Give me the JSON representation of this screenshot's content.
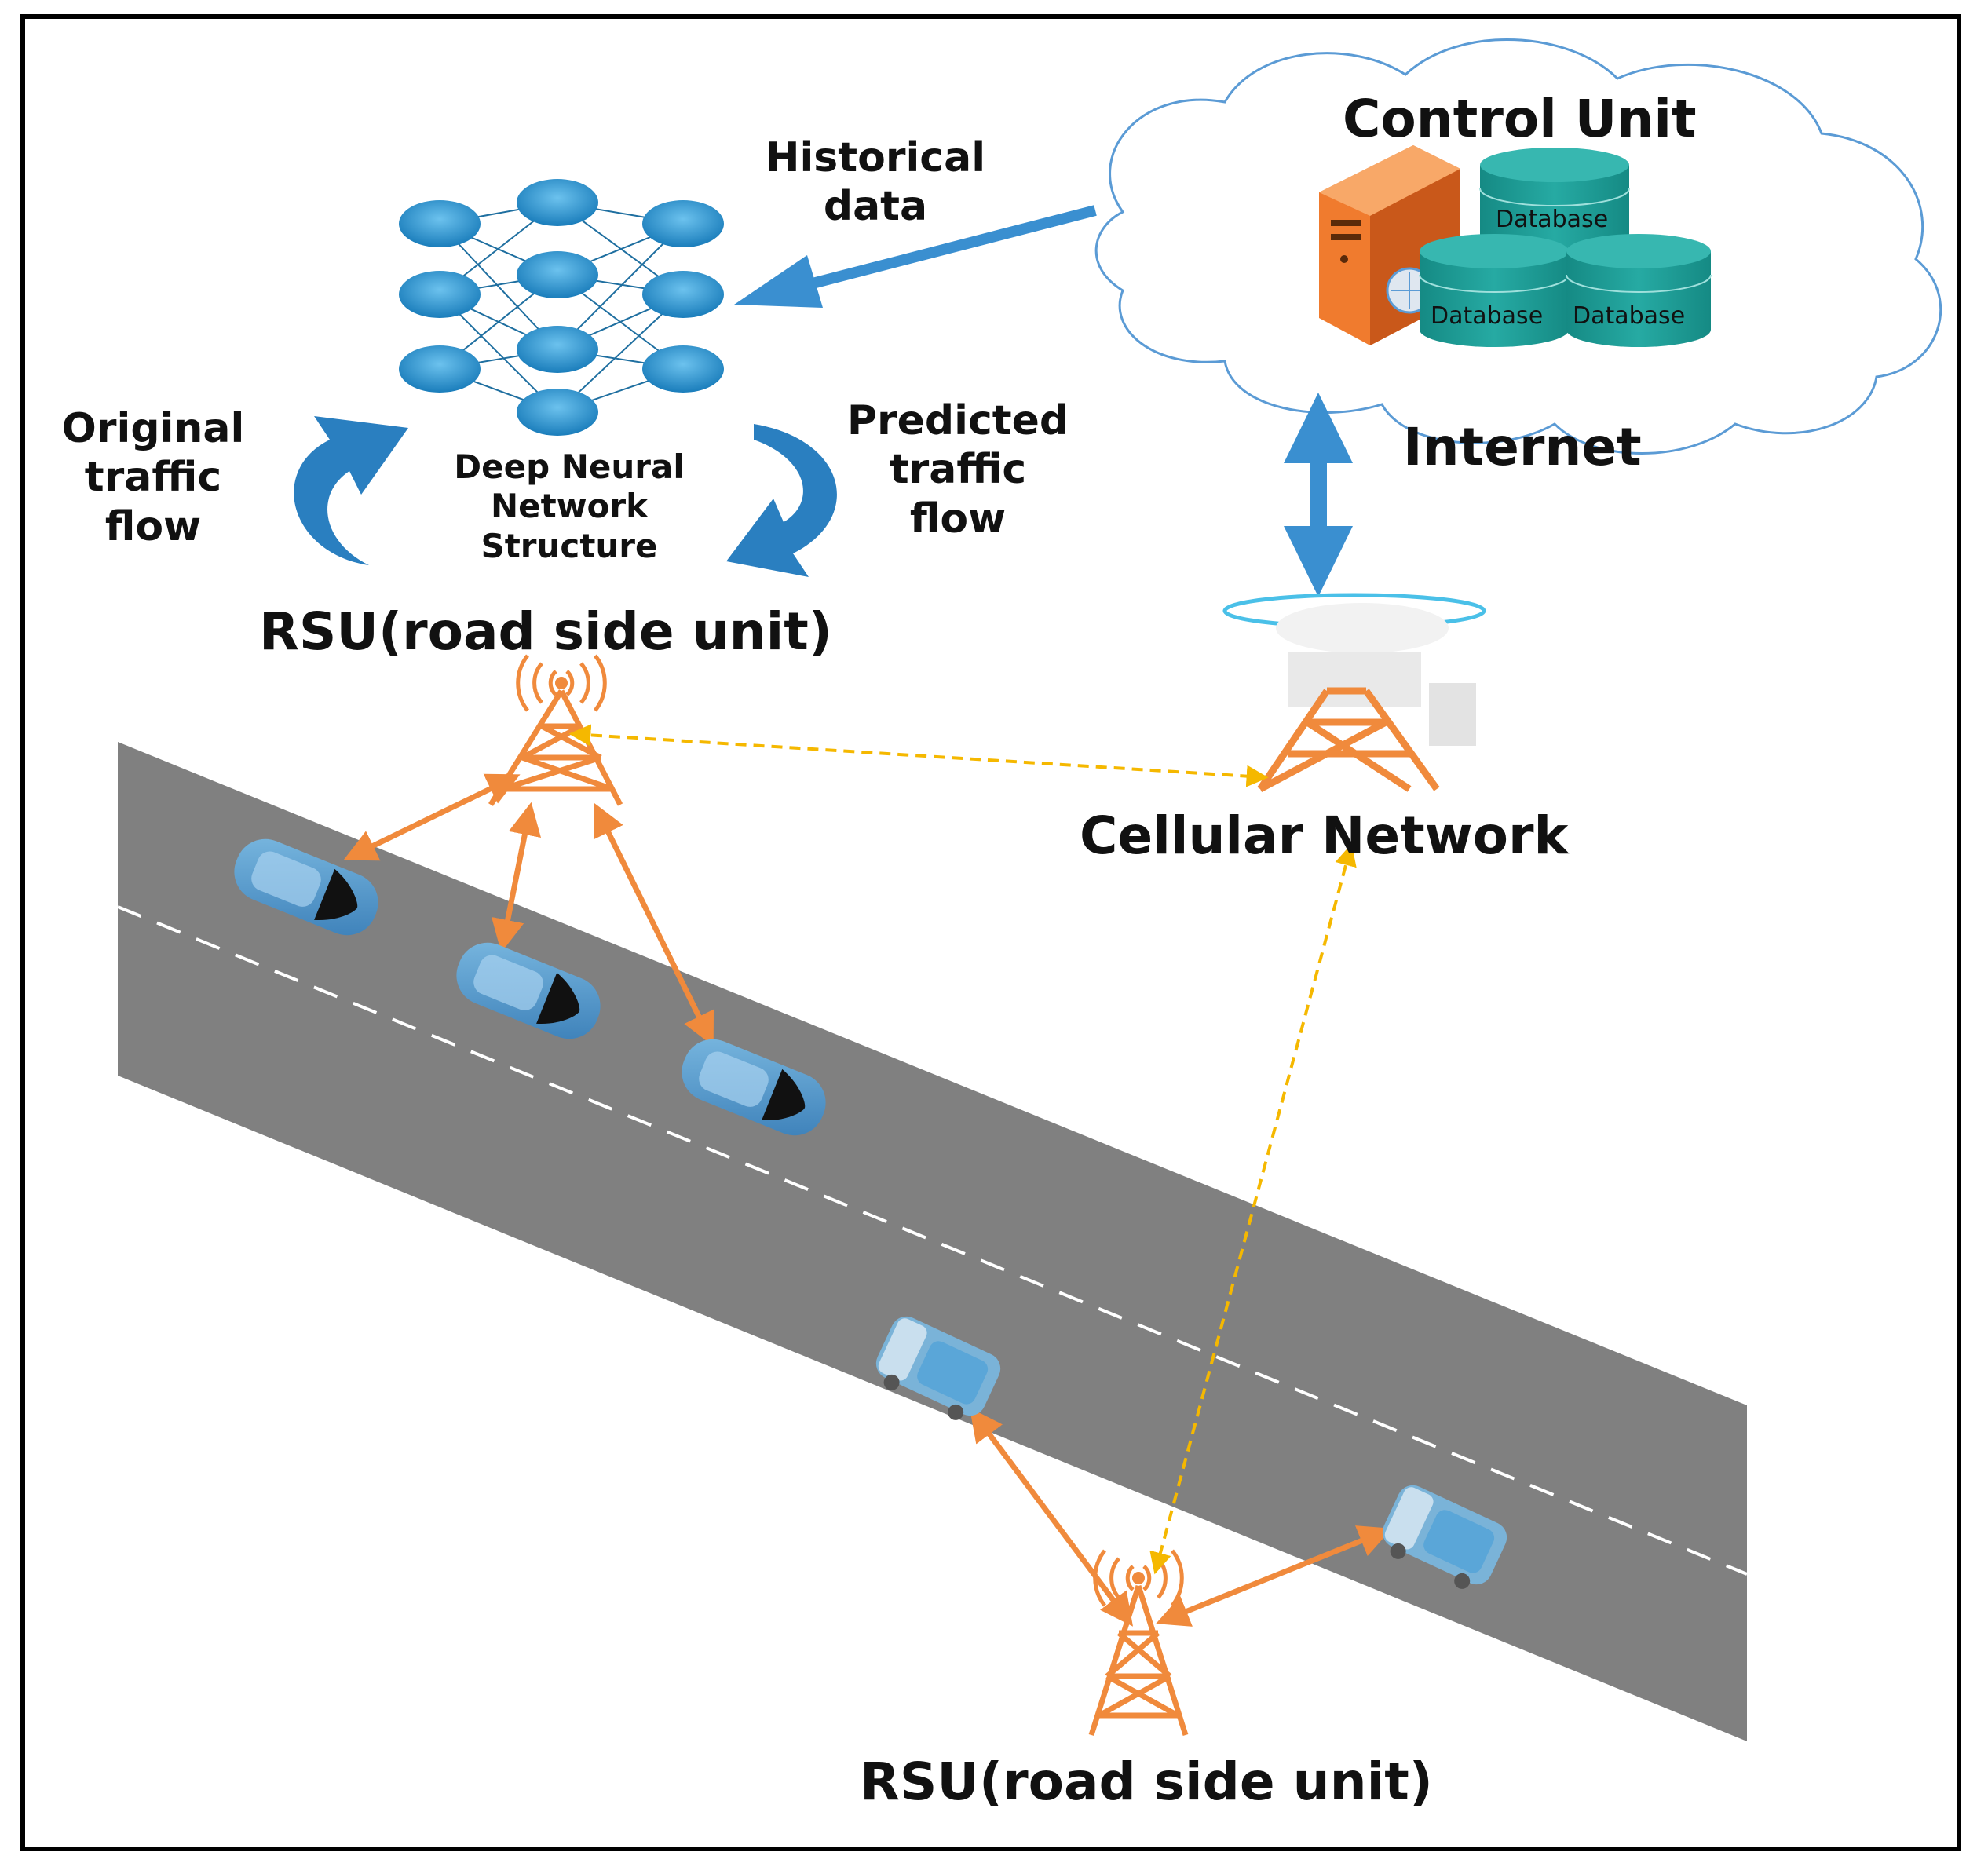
{
  "labels": {
    "control_unit": "Control Unit",
    "internet": "Internet",
    "historical_data_line1": "Historical",
    "historical_data_line2": "data",
    "dnn_line1": "Deep Neural",
    "dnn_line2": "Network",
    "dnn_line3": "Structure",
    "original_line1": "Original",
    "original_line2": "traffic",
    "original_line3": "flow",
    "predicted_line1": "Predicted",
    "predicted_line2": "traffic",
    "predicted_line3": "flow",
    "rsu_top": "RSU(road side unit)",
    "rsu_bottom": "RSU(road side unit)",
    "cellular_network": "Cellular Network"
  },
  "databases": [
    "Database",
    "Database",
    "Database"
  ],
  "colors": {
    "road": "#808080",
    "tower": "#f08a3c",
    "blue_arrow": "#3a8fd0",
    "orange_link": "#f08a3c",
    "dashed_link": "#f5b800",
    "database": "#1e9e98",
    "neuron": "#1f8fc9",
    "server": "#f07b2e"
  },
  "icons": [
    "neural-network-icon",
    "cloud-icon",
    "server-icon",
    "database-icon",
    "cell-tower-icon",
    "car-icon",
    "van-icon"
  ]
}
